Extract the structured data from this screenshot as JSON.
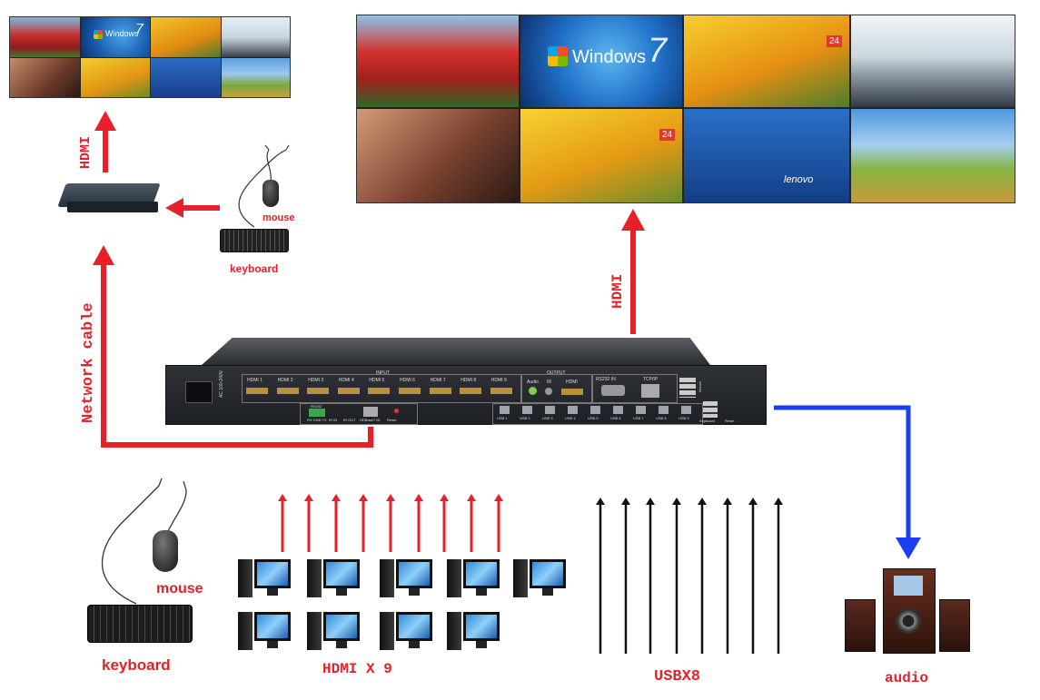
{
  "labels": {
    "hdmi_left": "HDMI",
    "hdmi_right": "HDMI",
    "network_cable": "Network cable",
    "mouse_small": "mouse",
    "keyboard_small": "keyboard",
    "mouse_large": "mouse",
    "keyboard_large": "keyboard",
    "hdmi_x9": "HDMI X 9",
    "usbx8": "USBX8",
    "audio": "audio"
  },
  "screen_text": {
    "windows_small": "Windows",
    "windows_large": "Windows",
    "version_small": "7",
    "version_large": "7",
    "lenovo": "lenovo",
    "badge_24": "24"
  },
  "device": {
    "input_header": "INPUT",
    "output_header": "OUTPUT",
    "hdmi_inputs": [
      "HDMI 1",
      "HDMI 2",
      "HDMI 3",
      "HDMI 4",
      "HDMI 5",
      "HDMI 6",
      "HDMI 7",
      "HDMI 8",
      "HDMI 9"
    ],
    "output_audio": "Audio",
    "output_ir": "IR",
    "output_hdmi": "HDMI",
    "rs232_in": "RS232 IN",
    "tcpip": "TCP/IP",
    "mouse_port": "Mouse",
    "power": "AC 100-240V",
    "rs232": "RS232",
    "rs232_pins": "RX GND TX",
    "ir_in": "IR IN",
    "ir_out": "IR OUT",
    "hdbaset_in": "HDBaseT IN",
    "reset_left": "Reset",
    "usb_ports": [
      "USB 1",
      "USB 2",
      "USB 3",
      "USB 4",
      "USB 5",
      "USB 6",
      "USB 7",
      "USB 8",
      "USB 9"
    ],
    "keyboard_port": "Keyboard",
    "reset_right": "Reset"
  },
  "colors": {
    "red": "#e8202a",
    "blue": "#1a3ff0",
    "black": "#111111"
  }
}
